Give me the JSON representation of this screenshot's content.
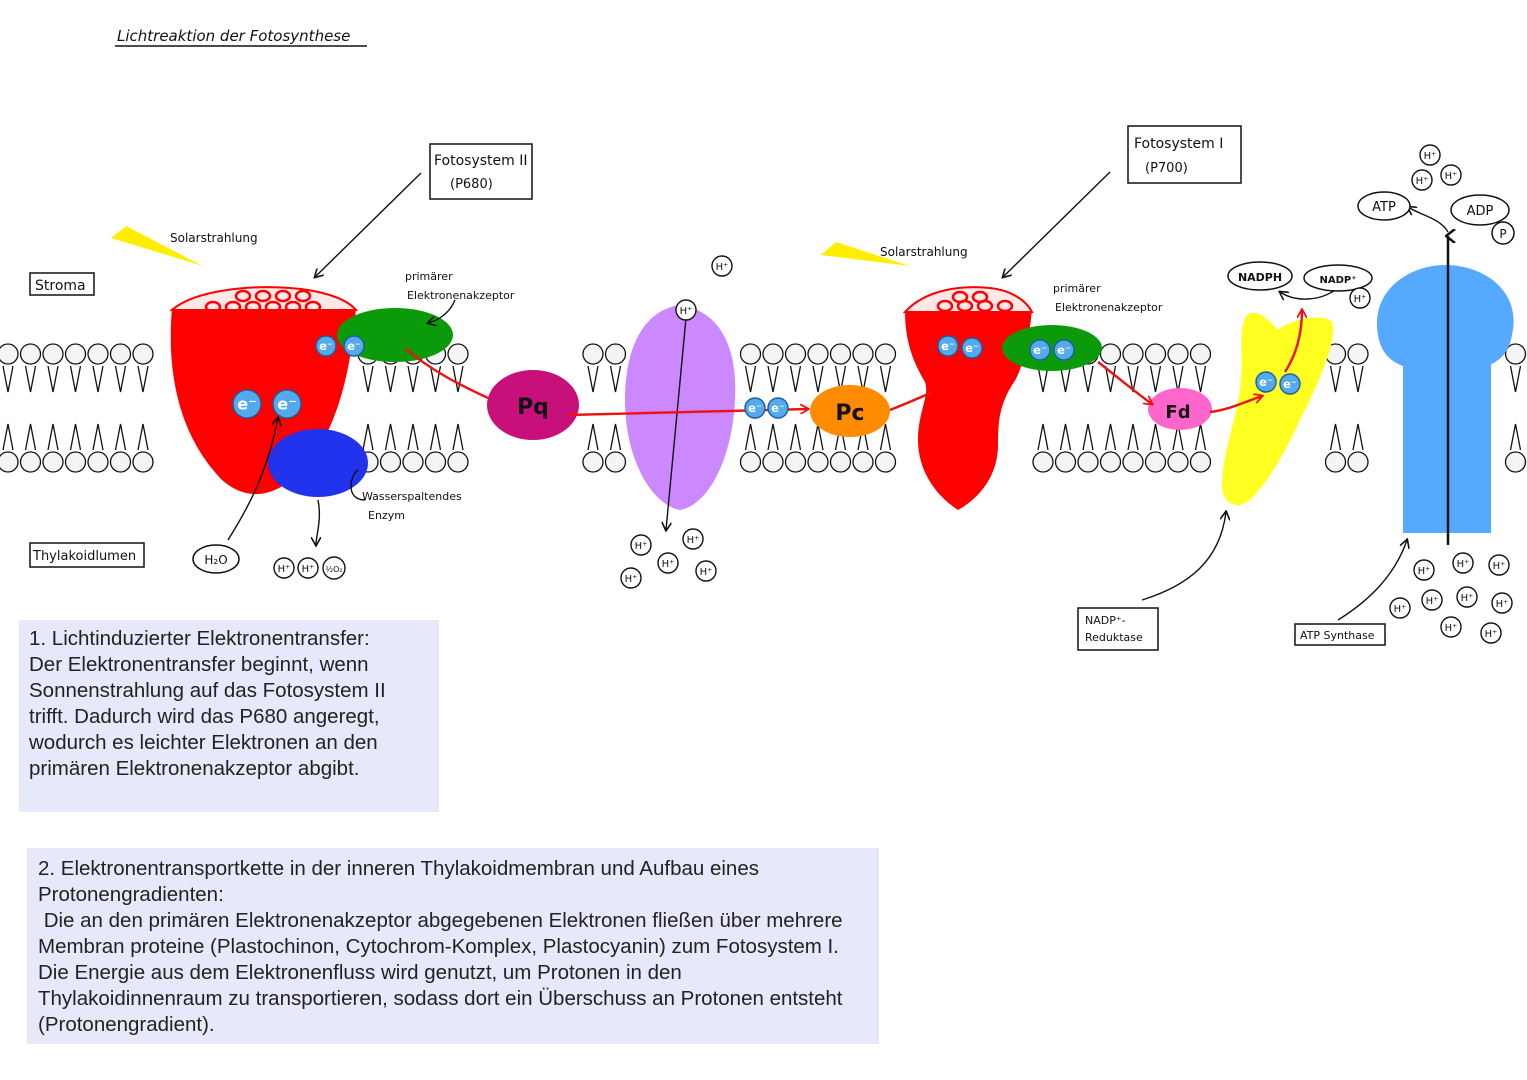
{
  "title": "Lichtreaktion der Fotosynthese",
  "regions": {
    "stroma": "Stroma",
    "lumen": "Thylakoidlumen"
  },
  "labels": {
    "ps2_line1": "Fotosystem II",
    "ps2_line2": "(P680)",
    "ps1_line1": "Fotosystem I",
    "ps1_line2": "(P700)",
    "solar1": "Solarstrahlung",
    "solar2": "Solarstrahlung",
    "acceptor1_line1": "primärer",
    "acceptor1_line2": "Elektronenakzeptor",
    "acceptor2_line1": "primärer",
    "acceptor2_line2": "Elektronenakzeptor",
    "enzyme_line1": "Wasserspaltendes",
    "enzyme_line2": "Enzym",
    "nadp_reductase_line1": "NADP⁺-",
    "nadp_reductase_line2": "Reduktase",
    "atp_synthase": "ATP Synthase"
  },
  "molecules": {
    "pq": "Pq",
    "pc": "Pc",
    "fd": "Fd",
    "electron": "e⁻",
    "proton": "H⁺",
    "water": "H₂O",
    "oxygen": "½O₂",
    "nadph": "NADPH",
    "nadp": "NADP⁺",
    "atp": "ATP",
    "adp": "ADP",
    "phosphate": "P"
  },
  "text_boxes": [
    {
      "text": "1. Lichtinduzierter Elektronentransfer:\nDer Elektronentransfer beginnt, wenn Sonnenstrahlung auf das Fotosystem II trifft. Dadurch wird das P680 angeregt, wodurch es leichter Elektronen an den primären Elektronenakzeptor abgibt."
    },
    {
      "text": "2. Elektronentransportkette in der inneren Thylakoidmembran und Aufbau eines Protonengradienten:\n Die an den primären Elektronenakzeptor abgegebenen Elektronen fließen über mehrere Membran proteine (Plastochinon, Cytochrom-Komplex, Plastocyanin) zum Fotosystem I. Die Energie aus dem Elektronenfluss wird genutzt, um Protonen in den Thylakoidinnenraum zu transportieren, sodass dort ein Überschuss an Protonen entsteht (Protonengradient)."
    }
  ],
  "colors": {
    "photosystem": "#ff0000",
    "acceptor": "#0a9a0a",
    "enzyme": "#2233ee",
    "plastoquinone": "#c8107a",
    "cytochrome": "#cc88ff",
    "plastocyanin": "#ff8c00",
    "ferredoxin": "#ff66cc",
    "nadp_reductase": "#ffff22",
    "atp_synthase": "#55aaff",
    "electron": "#55aaee",
    "flow_arrow": "#ee1111",
    "sunlight": "#ffee00",
    "textbox": "#e8e8fb"
  },
  "icons": [
    "sunlight-bolt-icon",
    "electron-icon",
    "proton-icon"
  ]
}
